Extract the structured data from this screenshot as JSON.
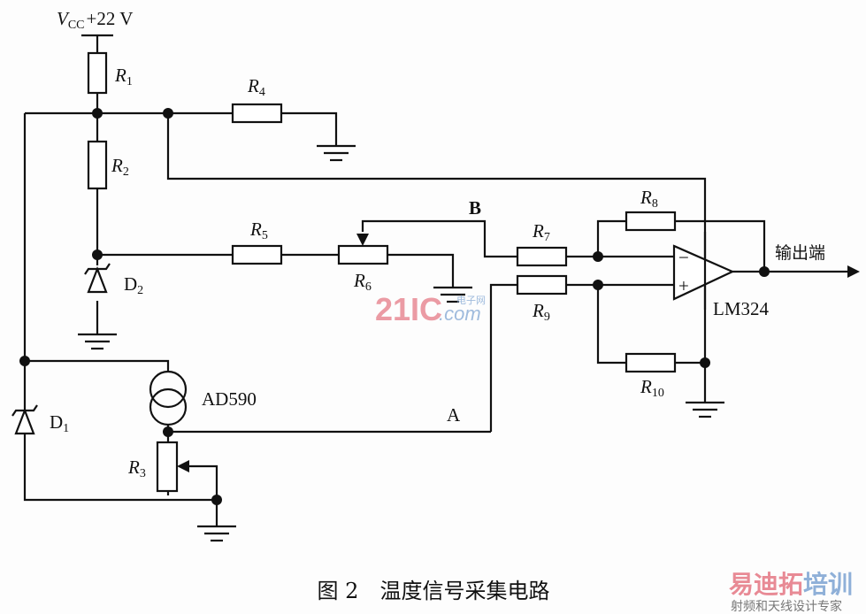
{
  "diagram": {
    "supply_label": {
      "symbol": "V",
      "subscript": "CC",
      "value": "+22 V"
    },
    "resistors": [
      {
        "name": "R",
        "sub": "1"
      },
      {
        "name": "R",
        "sub": "2"
      },
      {
        "name": "R",
        "sub": "3"
      },
      {
        "name": "R",
        "sub": "4"
      },
      {
        "name": "R",
        "sub": "5"
      },
      {
        "name": "R",
        "sub": "6"
      },
      {
        "name": "R",
        "sub": "7"
      },
      {
        "name": "R",
        "sub": "8"
      },
      {
        "name": "R",
        "sub": "9"
      },
      {
        "name": "R",
        "sub": "10"
      }
    ],
    "diodes": [
      {
        "name": "D",
        "sub": "1"
      },
      {
        "name": "D",
        "sub": "2"
      }
    ],
    "sensor": "AD590",
    "opamp": "LM324",
    "opamp_minus": "−",
    "opamp_plus": "+",
    "node_a": "A",
    "node_b": "B",
    "output_label": "输出端"
  },
  "caption": "图 2　温度信号采集电路",
  "watermarks": {
    "center": {
      "main": "21IC",
      "dotcom": ".com",
      "cn": "电子网"
    },
    "corner": {
      "main_red": "易迪拓",
      "main_blue": "培训",
      "tagline": "射频和天线设计专家"
    }
  },
  "colors": {
    "line": "#111111",
    "watermark_red": "#e88a95",
    "watermark_blue": "#8fb0d8"
  }
}
